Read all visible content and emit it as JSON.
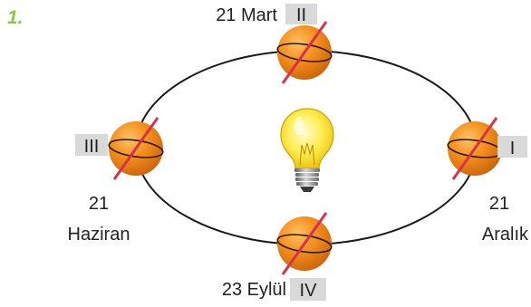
{
  "question_number": "1.",
  "colors": {
    "accent_green": "#8dc63f",
    "orbit": "#1a1a1a",
    "roman_box": "#d9d9d9",
    "planet_fill": "#f28c1a",
    "planet_highlight": "#ffb84d",
    "axis": "#d6324a",
    "bulb": "#ffe84a"
  },
  "center": {
    "icon": "lightbulb-icon"
  },
  "positions": {
    "i": {
      "roman": "I",
      "date_line1": "21",
      "date_line2": "Aralık",
      "icon": "earth-icon"
    },
    "ii": {
      "roman": "II",
      "date": "21 Mart",
      "icon": "earth-icon"
    },
    "iii": {
      "roman": "III",
      "date_line1": "21",
      "date_line2": "Haziran",
      "icon": "earth-icon"
    },
    "iv": {
      "roman": "IV",
      "date": "23 Eylül",
      "icon": "earth-icon"
    }
  }
}
